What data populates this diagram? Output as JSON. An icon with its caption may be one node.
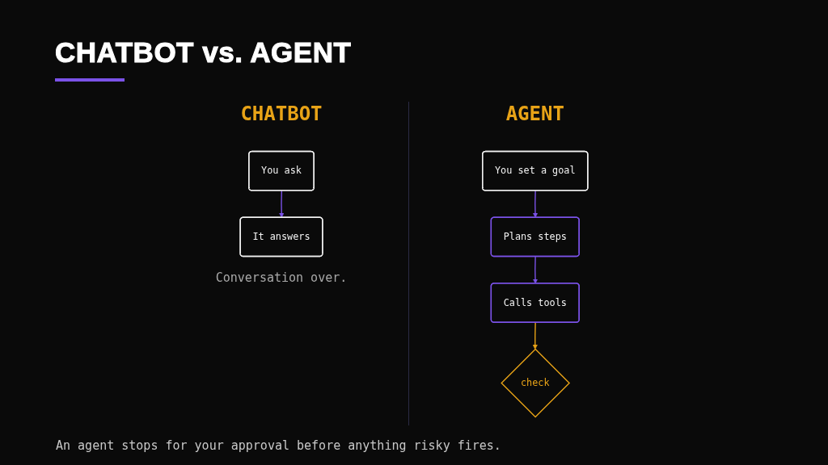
{
  "diagram": {
    "title": "CHATBOT vs. AGENT",
    "caption": "An agent stops for your approval before anything risky fires.",
    "nodes": [
      {
        "text": [
          "You ask"
        ]
      },
      {
        "text": [
          "It answers"
        ],
        "beside": [
          "Conversation over."
        ]
      },
      {
        "text": [
          "You set a goal"
        ]
      },
      {
        "text": [
          "Plans steps"
        ]
      },
      {
        "text": [
          "Calls tools"
        ]
      },
      {
        "text": [
          "check"
        ]
      }
    ],
    "edges": [
      {
        "from": 0,
        "to": 1,
        "arrow": "to"
      },
      {
        "from": 2,
        "to": 3,
        "arrow": "to"
      },
      {
        "from": 3,
        "to": 4,
        "arrow": "to"
      },
      {
        "from": 4,
        "to": 5,
        "arrow": "to",
        "color": "#e8a317"
      }
    ],
    "labels": [
      "CHATBOT",
      "AGENT"
    ]
  }
}
